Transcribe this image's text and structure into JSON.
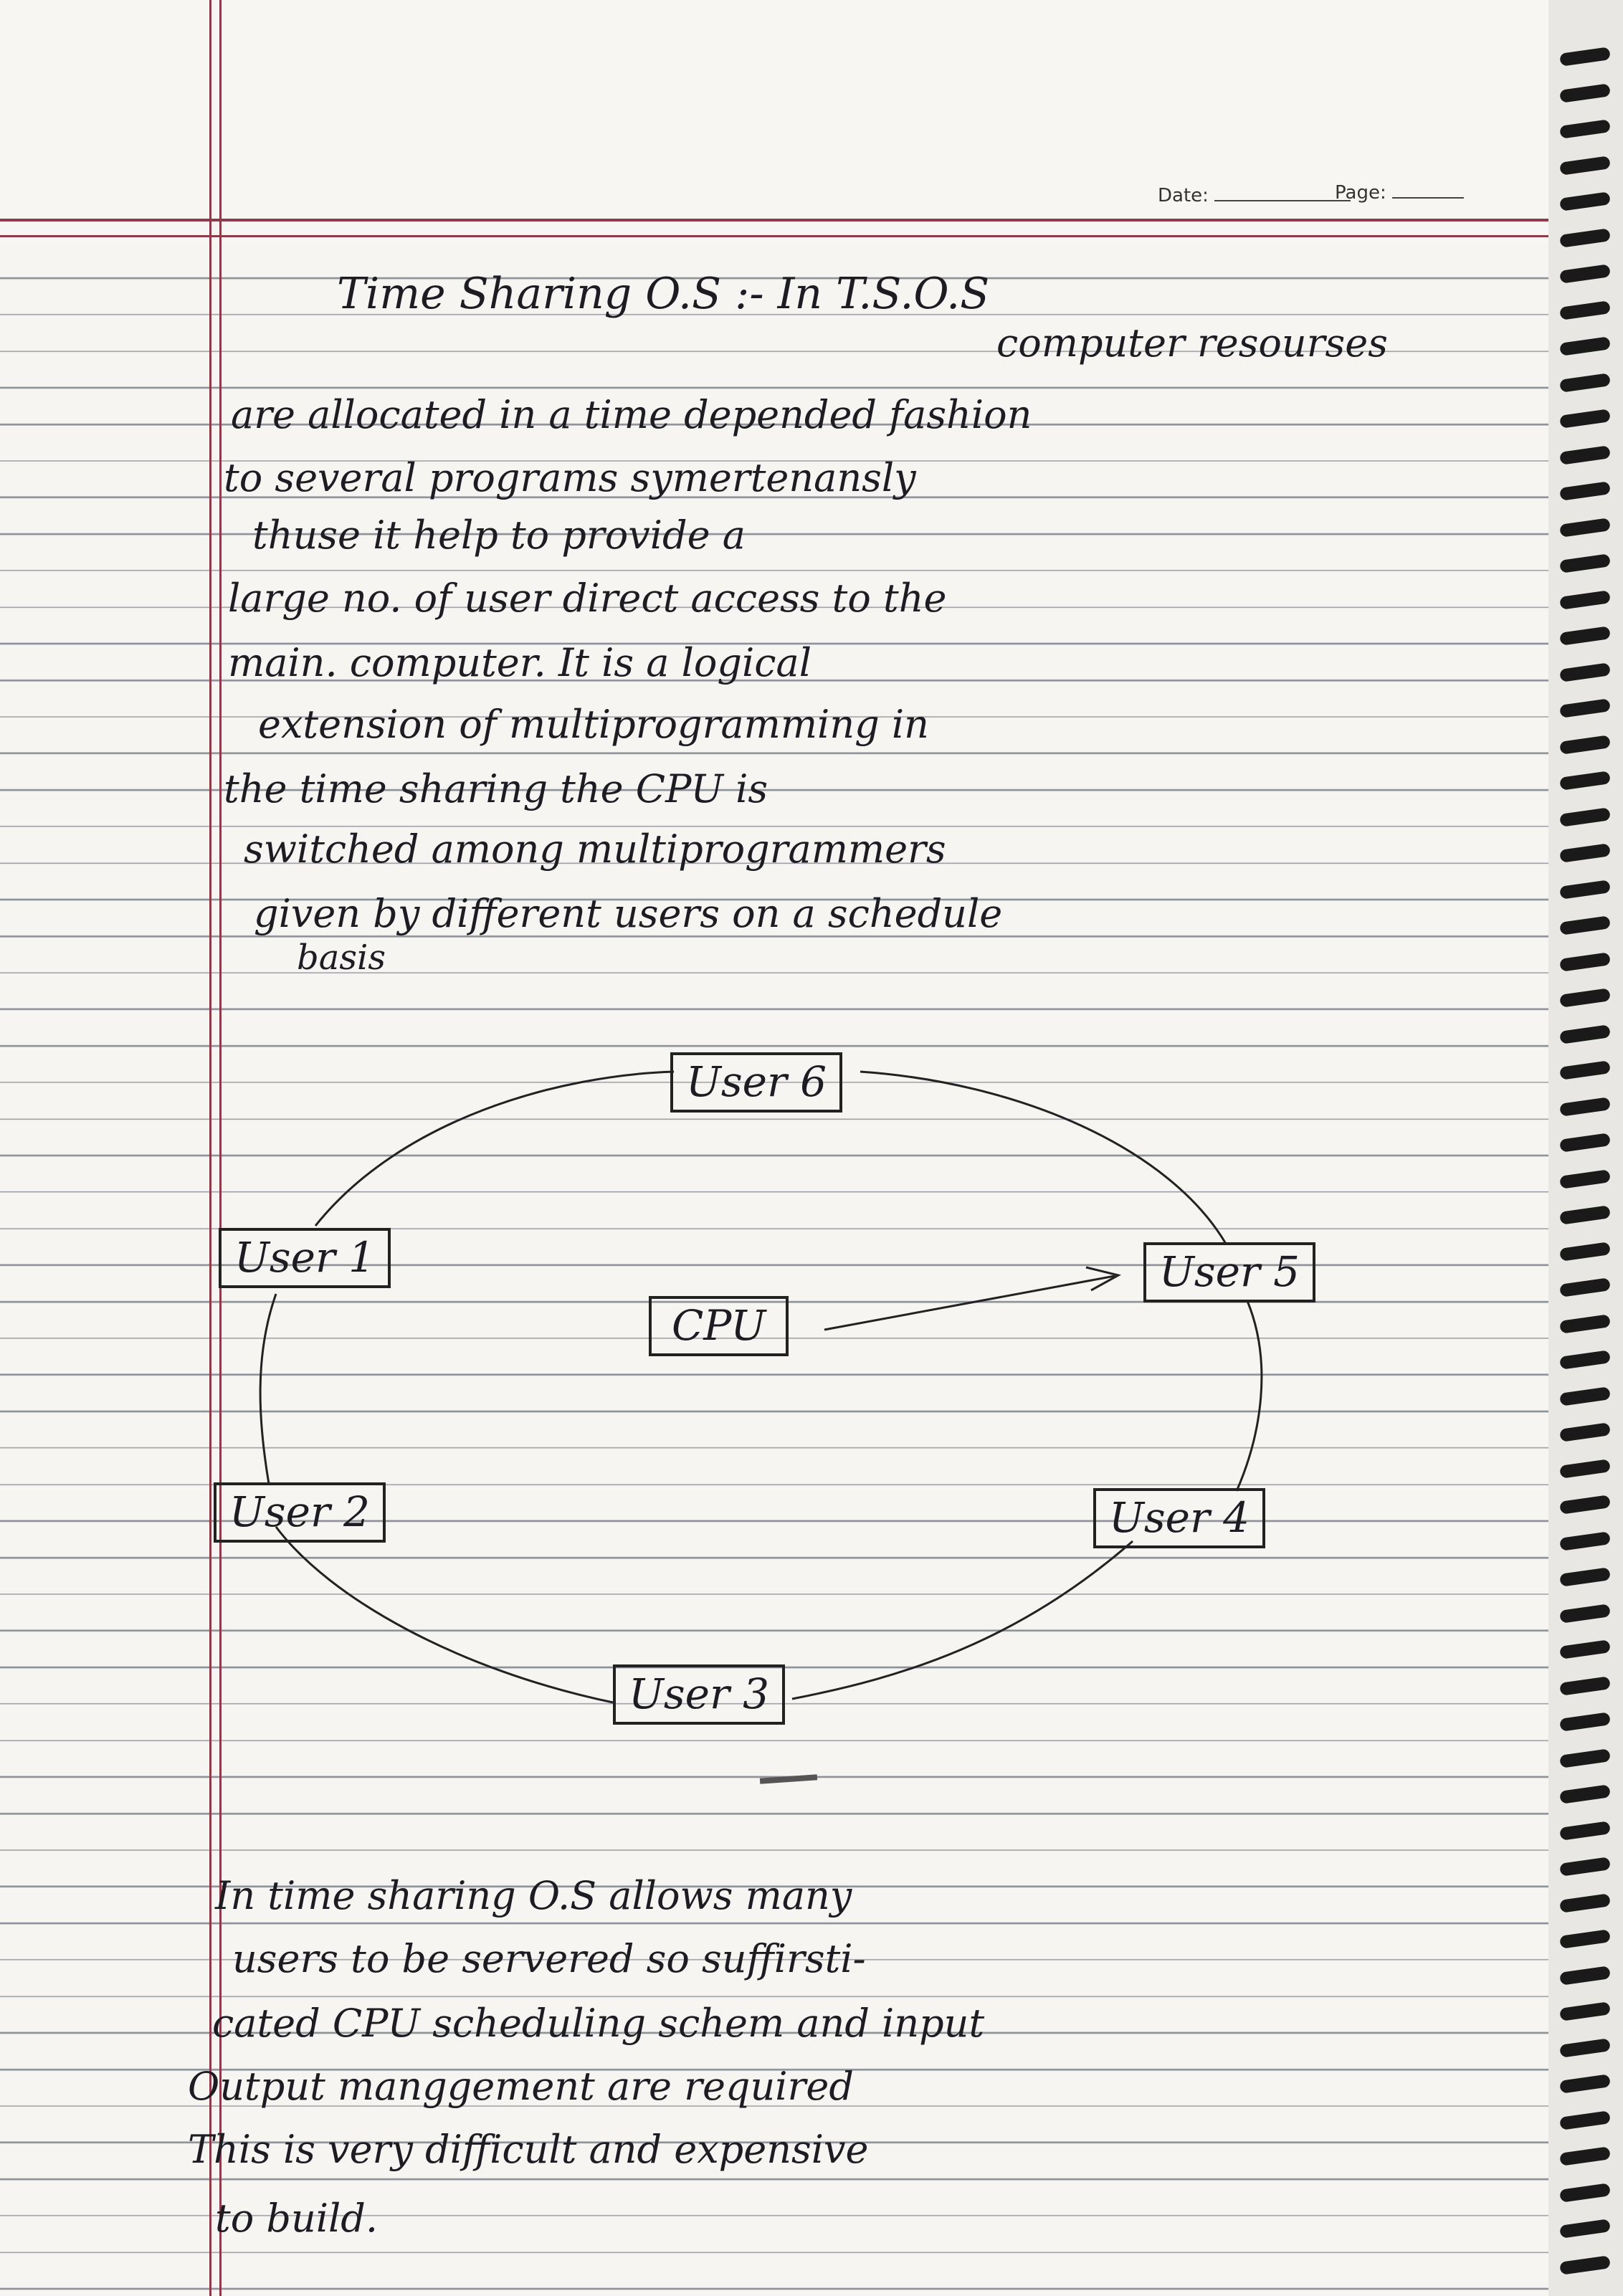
{
  "header": {
    "date_label": "Date:",
    "page_label": "Page:"
  },
  "paragraph1": {
    "lines": [
      "Time Sharing O.S :- In T.S.O.S",
      "computer resourses",
      "are allocated in a time depended fashion",
      "to several programs symertenansly",
      "thuse it help to provide a",
      "large no. of user direct access to the",
      "main. computer. It is a logical",
      "extension of multiprogramming in",
      "the time sharing the CPU is",
      "switched among multiprogrammers",
      "given by different users on a schedule",
      "basis"
    ]
  },
  "diagram": {
    "center": "CPU",
    "users": {
      "top": "User 6",
      "left_upper": "User 1",
      "right_upper": "User 5",
      "left_lower": "User 2",
      "right_lower": "User 4",
      "bottom": "User 3"
    }
  },
  "paragraph2": {
    "lines": [
      "In time sharing O.S allows many",
      "users to be servered so suffirsti-",
      "cated CPU scheduling schem and input",
      "Output manggement are required",
      "This is very difficult and expensive",
      "to build."
    ]
  }
}
